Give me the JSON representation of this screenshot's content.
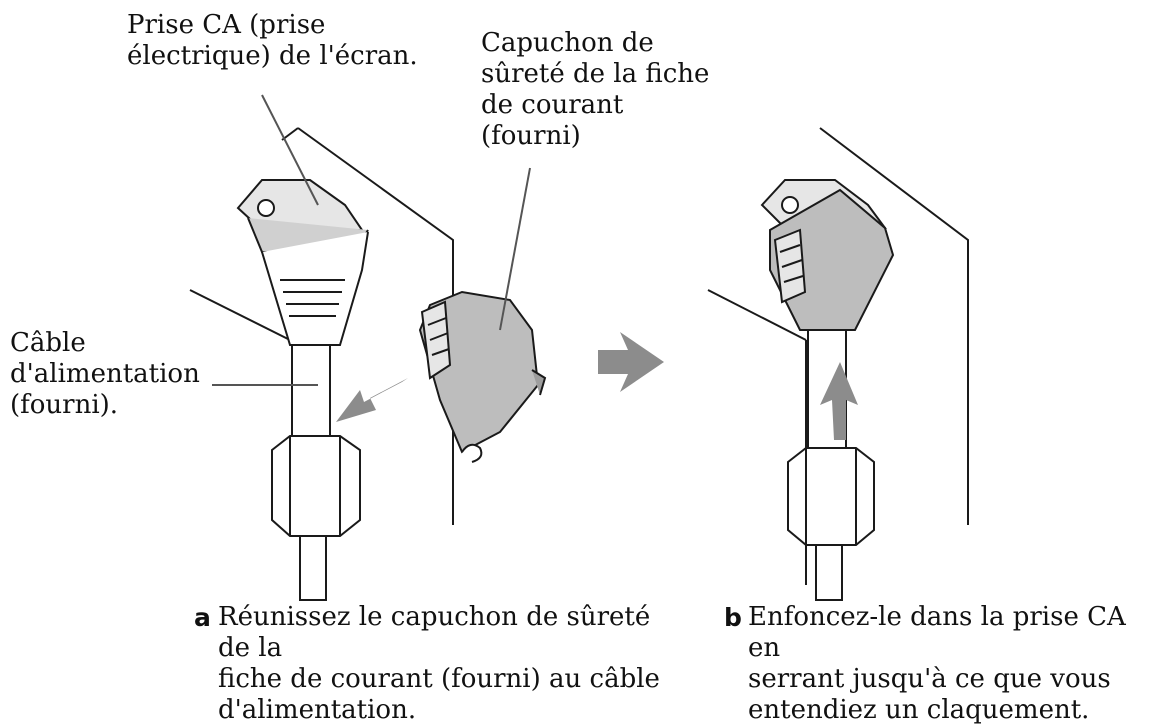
{
  "labels": {
    "ac_inlet": "Prise CA (prise\nélectrique) de l'écran.",
    "safety_cap": "Capuchon de\nsûreté de la fiche\nde courant\n(fourni)",
    "power_cable": "Câble\nd'alimentation\n(fourni)."
  },
  "steps": [
    {
      "marker": "a",
      "text": "Réunissez le capuchon de sûreté de la\nfiche de courant (fourni) au câble\nd'alimentation."
    },
    {
      "marker": "b",
      "text": "Enfoncez-le dans la prise CA en\nserrant jusqu'à ce que vous\nentendiez un claquement."
    }
  ],
  "colors": {
    "line": "#1a1a1a",
    "device_fill": "#bdbdbd",
    "device_light": "#e6e6e6",
    "arrow": "#8c8c8c"
  },
  "icons": {
    "transition_arrow": "right-arrow-icon",
    "attach_arrow": "down-left-arrow-icon",
    "push_arrow": "up-arrow-icon"
  }
}
